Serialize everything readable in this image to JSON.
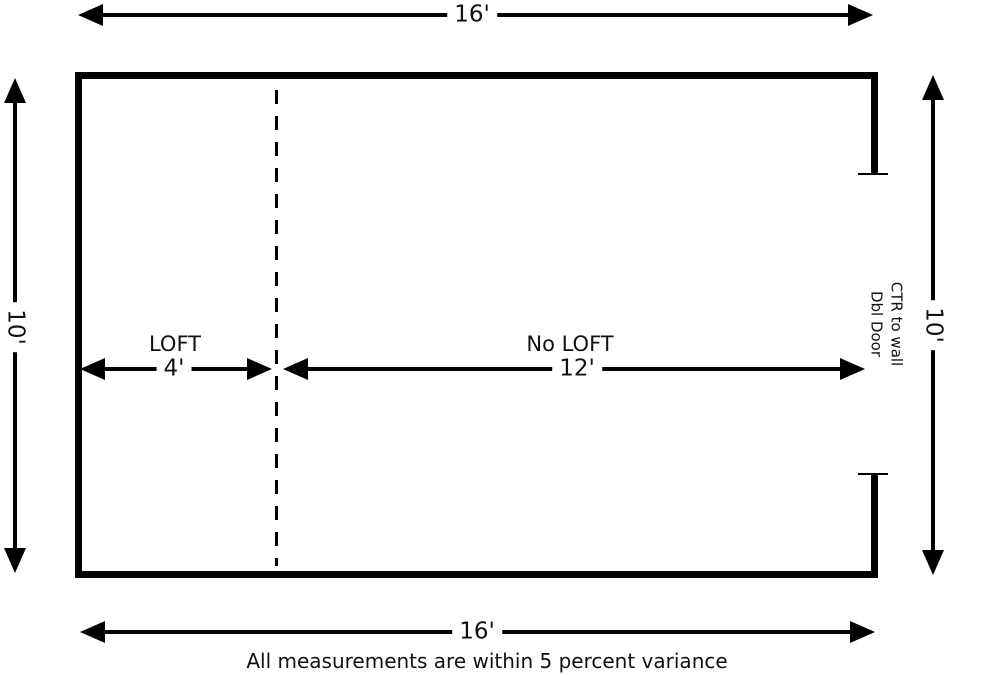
{
  "colors": {
    "line": "#000000",
    "text": "#111111",
    "background": "#ffffff"
  },
  "floor_plan": {
    "dimensions": {
      "top": "16'",
      "bottom": "16'",
      "left": "10'",
      "right": "10'"
    },
    "interior": {
      "loft": {
        "label": "LOFT",
        "dimension": "4'"
      },
      "no_loft": {
        "label": "No LOFT",
        "dimension": "12'"
      }
    },
    "door": {
      "line1": "CTR to wall",
      "line2": "Dbl Door"
    },
    "caption": "All measurements are within 5 percent variance"
  }
}
